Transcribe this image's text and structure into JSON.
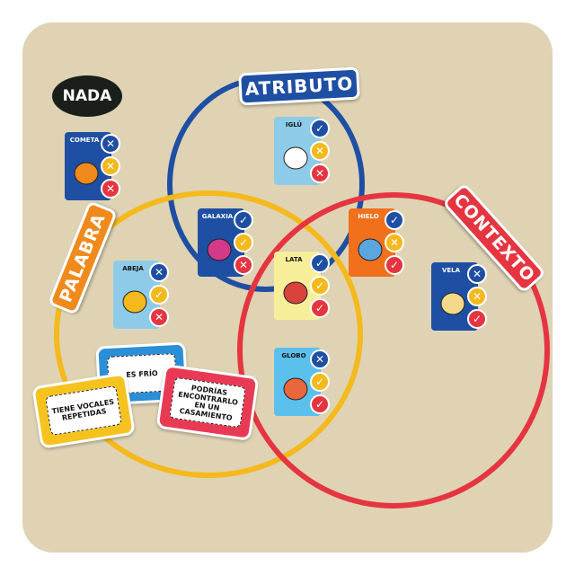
{
  "labels": {
    "nothing": "NADA",
    "attribute": "ATRIBUTO",
    "word": "PALABRA",
    "context": "CONTEXTO"
  },
  "colors": {
    "attribute": "#1f4fa3",
    "word": "#f4b91c",
    "context": "#e53540",
    "board": "#dfd3b4"
  },
  "cards": [
    {
      "name": "COMETA",
      "attribute": false,
      "word": false,
      "context": false
    },
    {
      "name": "IGLÚ",
      "attribute": true,
      "word": false,
      "context": false
    },
    {
      "name": "GALAXIA",
      "attribute": true,
      "word": true,
      "context": false
    },
    {
      "name": "HIELO",
      "attribute": true,
      "word": false,
      "context": true
    },
    {
      "name": "LATA",
      "attribute": true,
      "word": true,
      "context": true
    },
    {
      "name": "ABEJA",
      "attribute": false,
      "word": true,
      "context": false
    },
    {
      "name": "VELA",
      "attribute": false,
      "word": false,
      "context": true
    },
    {
      "name": "GLOBO",
      "attribute": false,
      "word": true,
      "context": true
    }
  ],
  "clues": {
    "word": "TIENE VOCALES REPETIDAS",
    "attribute": "ES FRÍO",
    "context": "PODRÍAS ENCONTRARLO EN UN CASAMIENTO"
  }
}
